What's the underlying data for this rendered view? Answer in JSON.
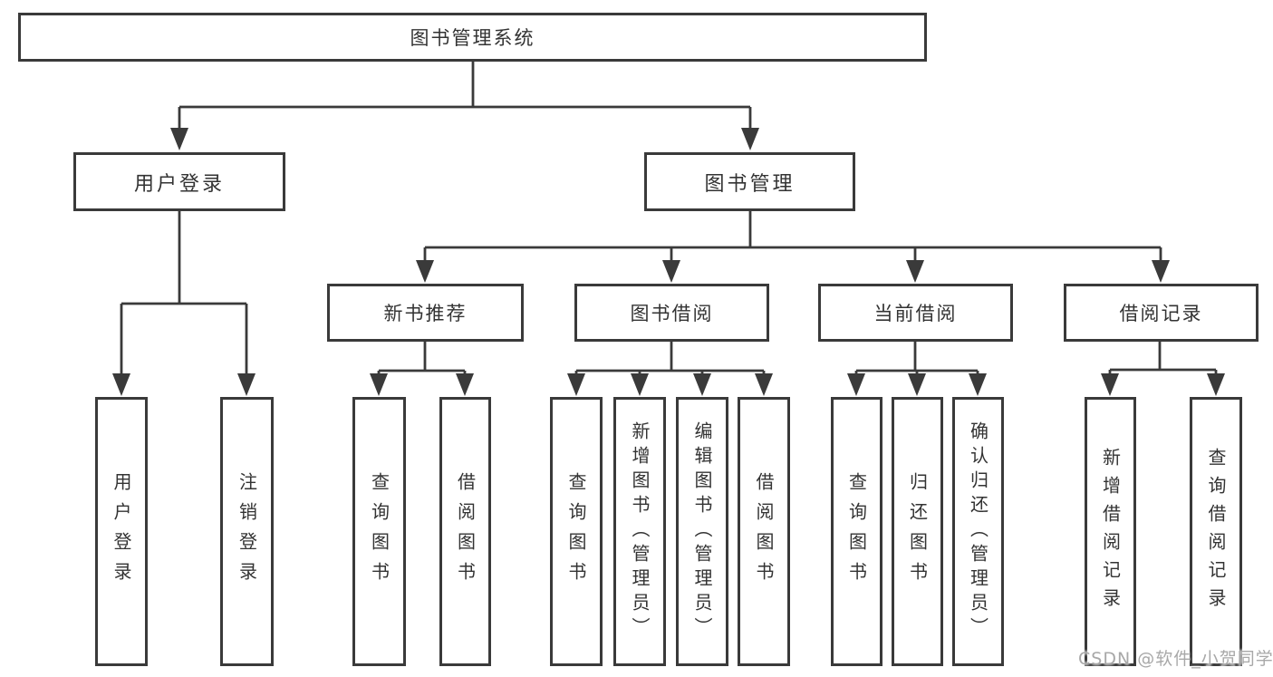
{
  "diagram": {
    "root": {
      "label": "图书管理系统"
    },
    "level2": [
      {
        "label": "用户登录"
      },
      {
        "label": "图书管理"
      }
    ],
    "level3": [
      {
        "label": "新书推荐"
      },
      {
        "label": "图书借阅"
      },
      {
        "label": "当前借阅"
      },
      {
        "label": "借阅记录"
      }
    ],
    "leaves": [
      {
        "label": "用户登录"
      },
      {
        "label": "注销登录"
      },
      {
        "label": "查询图书"
      },
      {
        "label": "借阅图书"
      },
      {
        "label": "查询图书"
      },
      {
        "label": "新增图书（管理员）"
      },
      {
        "label": "编辑图书（管理员）"
      },
      {
        "label": "借阅图书"
      },
      {
        "label": "查询图书"
      },
      {
        "label": "归还图书"
      },
      {
        "label": "确认归还（管理员）"
      },
      {
        "label": "新增借阅记录"
      },
      {
        "label": "查询借阅记录"
      }
    ]
  },
  "watermark": "CSDN @软件_小贺同学",
  "colors": {
    "line": "#3a3a3a",
    "text": "#333333",
    "watermark": "#a8a8a8",
    "background": "#ffffff"
  }
}
